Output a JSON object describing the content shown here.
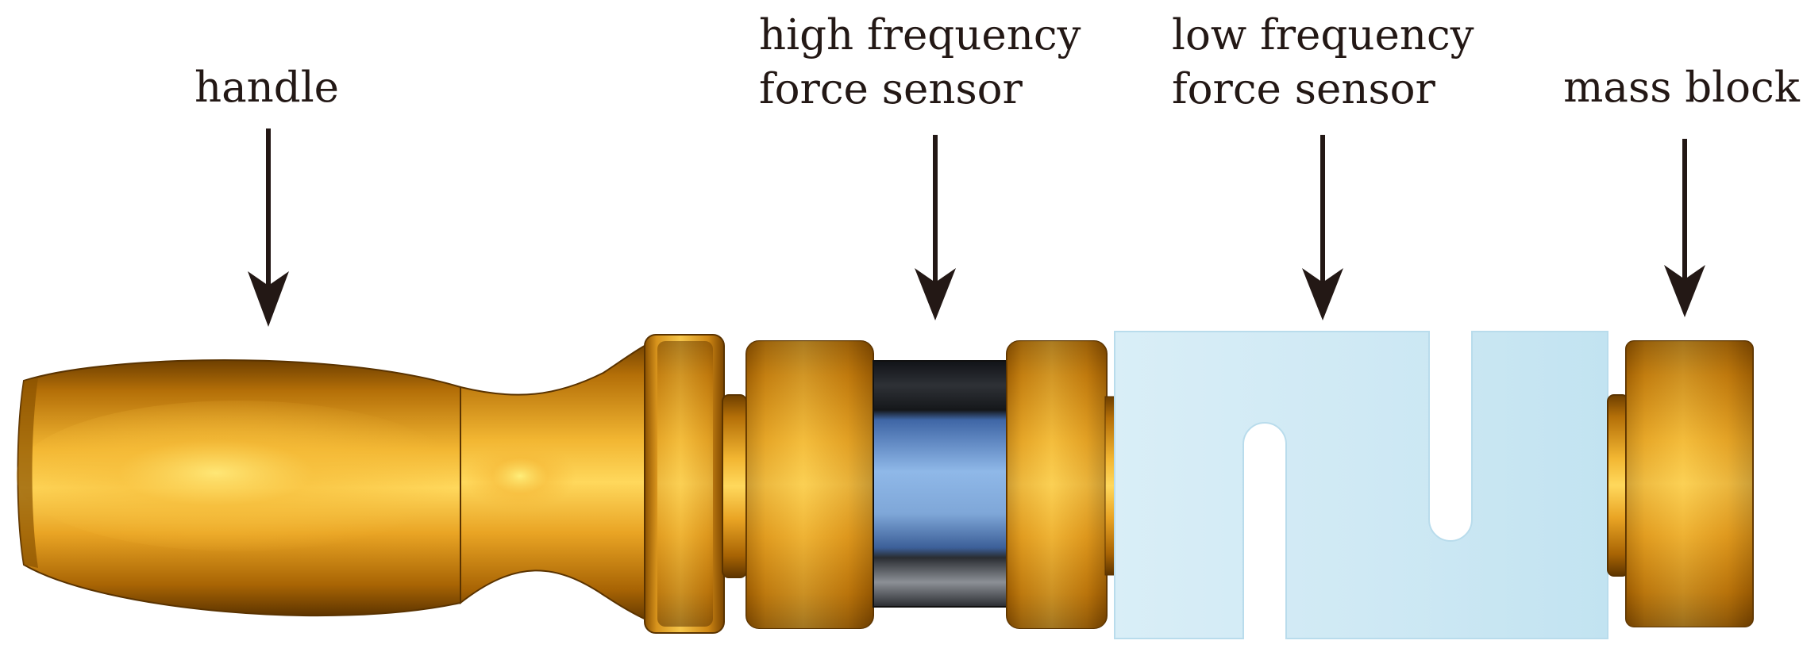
{
  "labels": {
    "handle": "handle",
    "high_frequency_line1": "high frequency",
    "high_frequency_line2": "force sensor",
    "low_frequency_line1": "low frequency",
    "low_frequency_line2": "force sensor",
    "mass_block": "mass block"
  },
  "colors": {
    "gold_dark": "#8a5200",
    "gold_mid": "#d08a12",
    "gold_light": "#ffe069",
    "sensor_blue": "#7aa8dc",
    "sensor_black": "#1c1e22",
    "plate_light_blue": "#d3ecf6",
    "text": "#231815"
  }
}
